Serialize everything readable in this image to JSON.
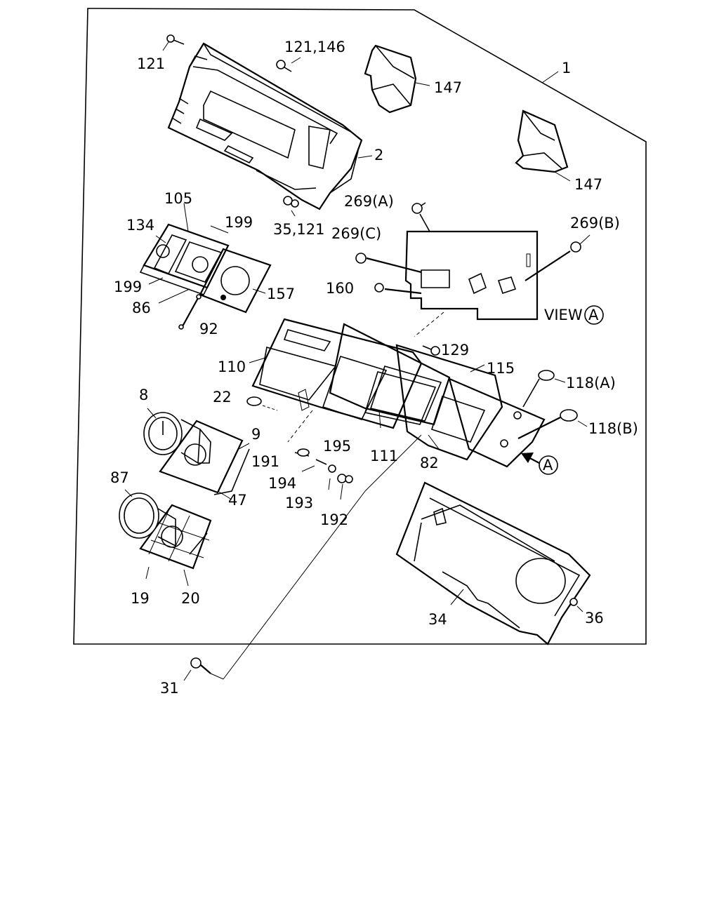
{
  "labels": {
    "l1": "1",
    "l2": "2",
    "l8": "8",
    "l9": "9",
    "l19": "19",
    "l20": "20",
    "l22": "22",
    "l31": "31",
    "l34": "34",
    "l35_121": "35,121",
    "l36": "36",
    "l47": "47",
    "l82": "82",
    "l86": "86",
    "l87": "87",
    "l92": "92",
    "l105": "105",
    "l110": "110",
    "l111": "111",
    "l115": "115",
    "l118a": "118(A)",
    "l118b": "118(B)",
    "l121": "121",
    "l121_146": "121,146",
    "l129": "129",
    "l134": "134",
    "l147a": "147",
    "l147b": "147",
    "l157": "157",
    "l160": "160",
    "l191": "191",
    "l192": "192",
    "l193": "193",
    "l194": "194",
    "l195": "195",
    "l199a": "199",
    "l199b": "199",
    "l269a": "269(A)",
    "l269b": "269(B)",
    "l269c": "269(C)",
    "view": "VIEW",
    "view_mark": "A",
    "arrow_mark": "A"
  }
}
